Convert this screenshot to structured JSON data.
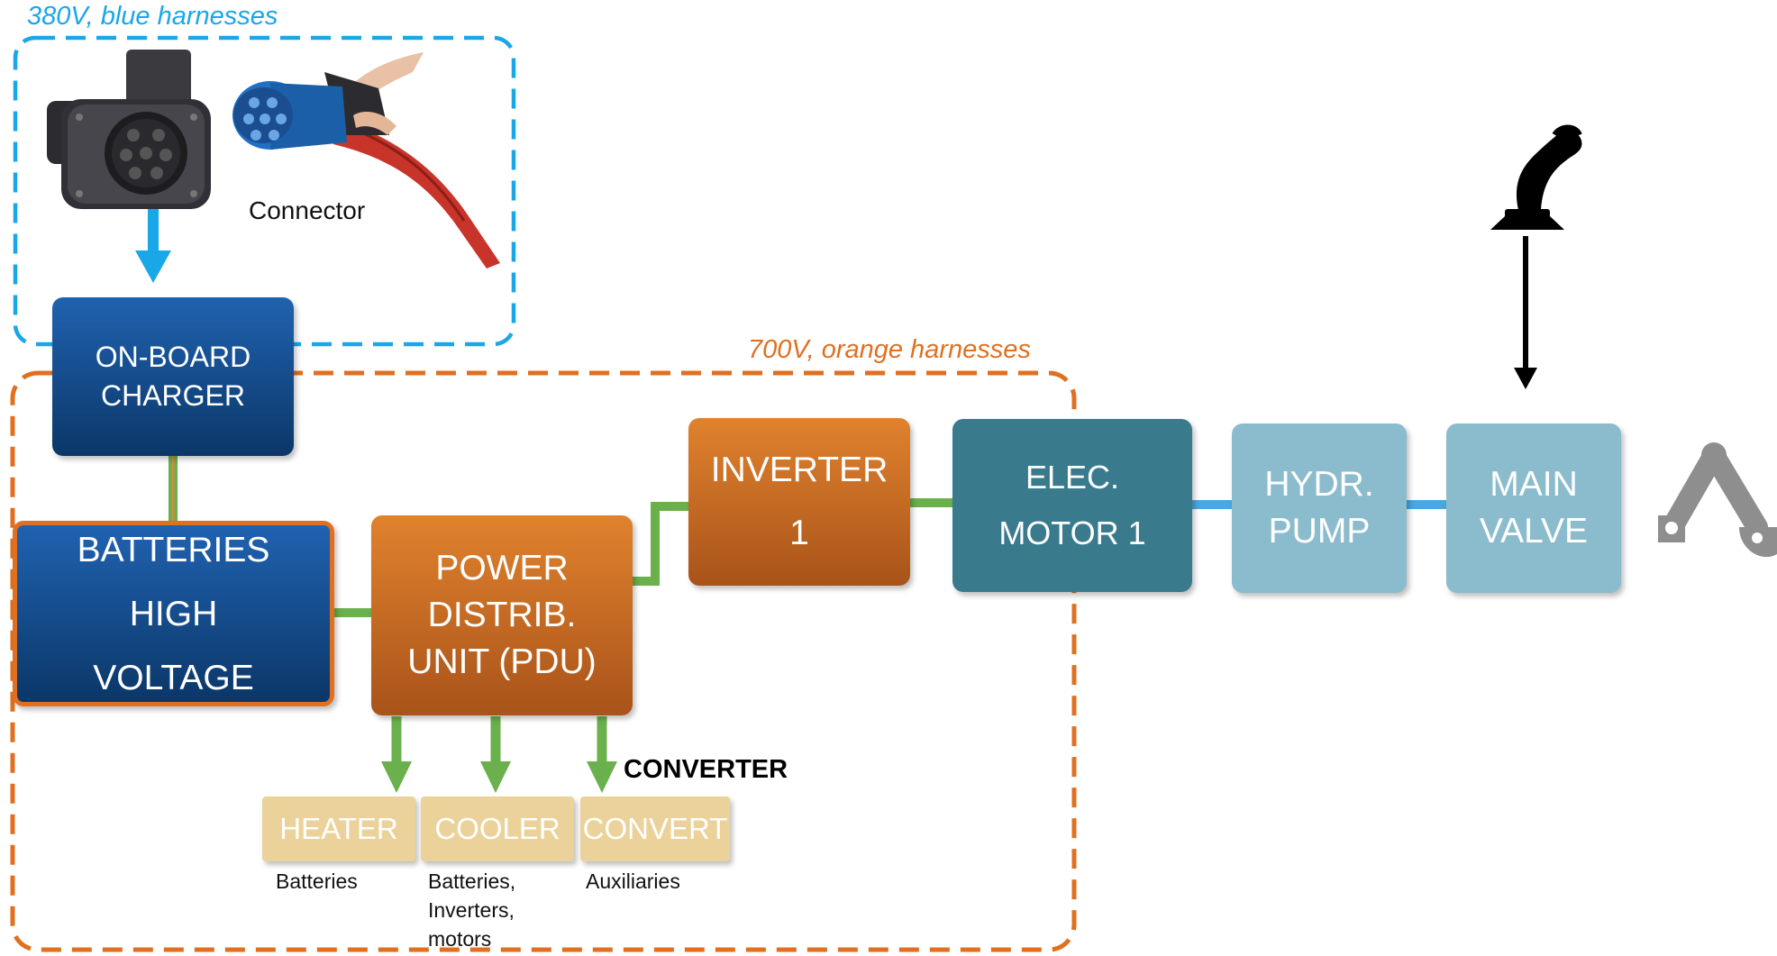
{
  "zones": {
    "blue_label": "380V, blue harnesses",
    "orange_label": "700V, orange harnesses"
  },
  "connector": {
    "label": "Connector"
  },
  "blocks": {
    "onboard_charger": [
      "ON-BOARD",
      "CHARGER"
    ],
    "batteries": [
      "BATTERIES",
      "HIGH",
      "VOLTAGE"
    ],
    "pdu": [
      "POWER",
      "DISTRIB.",
      "UNIT (PDU)"
    ],
    "inverter": [
      "INVERTER",
      "1"
    ],
    "motor": [
      "ELEC.",
      "MOTOR 1"
    ],
    "pump": [
      "HYDR.",
      "PUMP"
    ],
    "valve": [
      "MAIN",
      "VALVE"
    ]
  },
  "loads": {
    "heater": "HEATER",
    "cooler": "COOLER",
    "convert": "CONVERT",
    "converter_label": "CONVERTER"
  },
  "captions": {
    "heater": "Batteries",
    "cooler": [
      "Batteries,",
      "Inverters,",
      "motors"
    ],
    "convert": "Auxiliaries"
  },
  "colors": {
    "blue_harness": "#1aa7e8",
    "orange_harness": "#e07020",
    "green_link": "#6ab04c",
    "hydraulic_link": "#4aa8e0",
    "dark_blue_block": "#0d3f7a",
    "orange_block": "#c96a24",
    "teal_block": "#3a7a8d",
    "light_blue_block": "#8bbccd",
    "sand_block": "#ebd29a"
  },
  "icons": [
    "charging-socket-icon",
    "charging-plug-icon",
    "joystick-icon",
    "excavator-arm-icon"
  ]
}
